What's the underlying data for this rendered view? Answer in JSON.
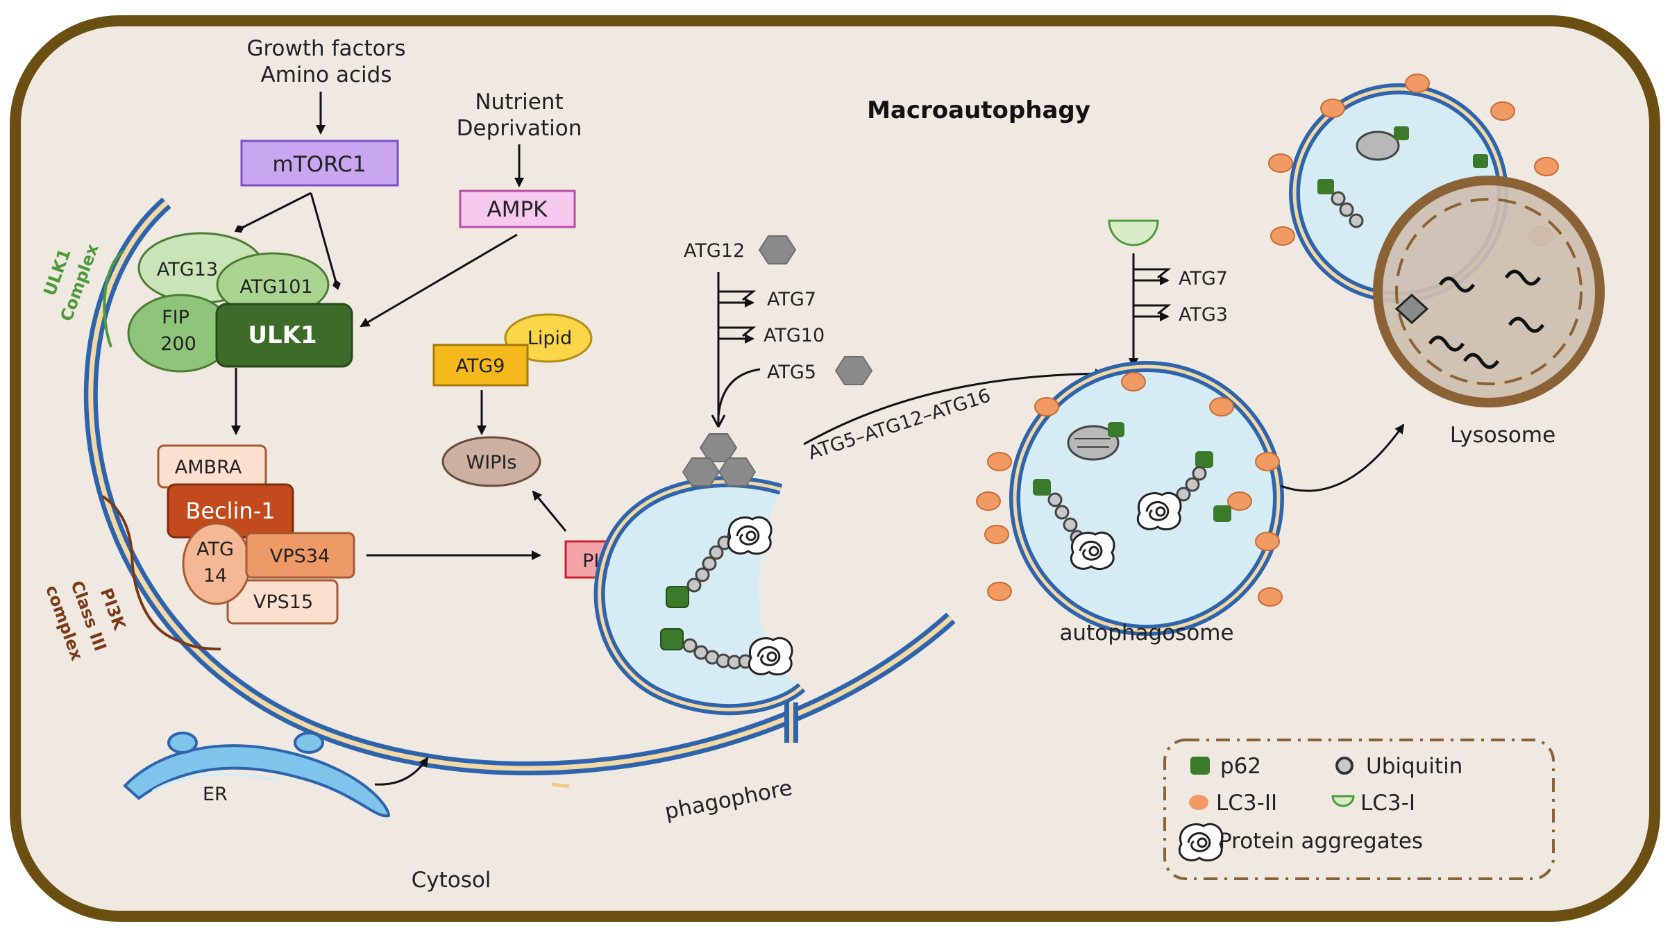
{
  "title": "Macroautophagy",
  "inputs": {
    "growth_factors": "Growth factors",
    "amino_acids": "Amino acids",
    "nutrient": "Nutrient",
    "deprivation": "Deprivation"
  },
  "kinases": {
    "mtorc1": "mTORC1",
    "ampk": "AMPK"
  },
  "ulk1_complex": {
    "label_line1": "ULK1",
    "label_line2": "Complex",
    "atg13": "ATG13",
    "atg101": "ATG101",
    "fip": "FIP",
    "fip_num": "200",
    "ulk1": "ULK1"
  },
  "atg9": {
    "atg9": "ATG9",
    "lipid": "Lipid",
    "wipis": "WIPIs"
  },
  "pi3k_complex": {
    "label_line1": "PI3K",
    "label_line2": "Class III",
    "label_line3": "complex",
    "ambra": "AMBRA",
    "beclin": "Beclin-1",
    "atg": "ATG",
    "atg_num": "14",
    "vps34": "VPS34",
    "vps15": "VPS15"
  },
  "pi3p": "PI3P",
  "conjugation": {
    "atg12": "ATG12",
    "atg7": "ATG7",
    "atg10": "ATG10",
    "atg5": "ATG5",
    "complex": "ATG5–ATG12–ATG16",
    "lc3_atg7": "ATG7",
    "lc3_atg3": "ATG3"
  },
  "structures": {
    "phagophore": "phagophore",
    "autophagosome": "autophagosome",
    "lysosome": "Lysosome",
    "er": "ER",
    "cytosol": "Cytosol"
  },
  "legend": {
    "p62": "p62",
    "ubiquitin": "Ubiquitin",
    "lc3_ii": "LC3-II",
    "lc3_i": "LC3-I",
    "protein_aggregates": "Protein aggregates"
  },
  "colors": {
    "cell_border": "#6b4f12",
    "cell_fill": "#efe9e2",
    "membrane_blue": "#2e63ad",
    "membrane_inner": "#f2d9a6",
    "vesicle_fill": "#d6ecf5",
    "ulk1_dark": "#3d6b2a",
    "ulk1_light": "#8ec57a",
    "ulk1_pale": "#c9e5b8",
    "mtorc1": "#c9a7f0",
    "ampk": "#f7c9ef",
    "atg9": "#f5b91c",
    "lipid": "#fbd649",
    "wipis": "#ccb1a2",
    "beclin": "#c34a1c",
    "vps34": "#ee9a68",
    "ambra": "#fbe0cf",
    "pi3p": "#f3a4a9",
    "lc3_ii": "#f19a63",
    "p62": "#3a7a2a",
    "ubiquitin": "#c8c8c8",
    "hexagon": "#8a8a8a",
    "lysosome_border": "#8a6236"
  }
}
